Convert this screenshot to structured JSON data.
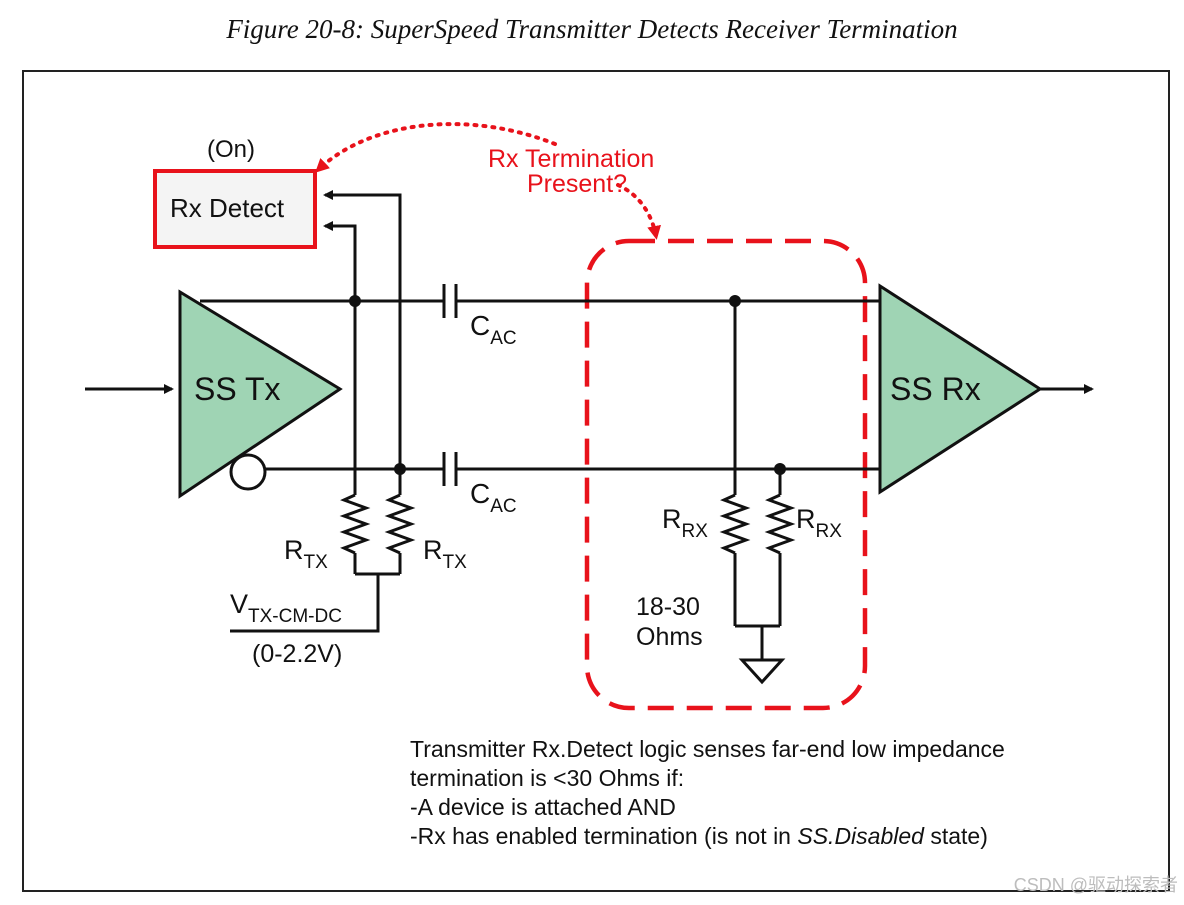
{
  "caption": "Figure 20-8: SuperSpeed Transmitter Detects Receiver Termination",
  "labels": {
    "on": "(On)",
    "rx_detect": "Rx Detect",
    "question_line1": "Rx Termination",
    "question_line2": "Present?",
    "ss_tx": "SS Tx",
    "ss_rx": "SS Rx",
    "c": "C",
    "c_sub": "AC",
    "r": "R",
    "rtx_sub": "TX",
    "rrx_sub": "RX",
    "v": "V",
    "vtx_sub": "TX-CM-DC",
    "vtx_range": "(0-2.2V)",
    "ohms_line1": "18-30",
    "ohms_line2": "Ohms"
  },
  "note": {
    "line1": "Transmitter Rx.Detect logic senses far-end low impedance",
    "line2": "termination is <30 Ohms if:",
    "line3": "-A device is attached AND",
    "line4_prefix": "-Rx has enabled termination (is not in ",
    "line4_italic": "SS.Disabled",
    "line4_suffix": " state)"
  },
  "watermark": "CSDN @驱动探索者",
  "colors": {
    "triangle_fill": "#9fd4b4",
    "accent_red": "#e8121b",
    "wire": "#111111",
    "detect_fill": "#f4f4f4"
  }
}
